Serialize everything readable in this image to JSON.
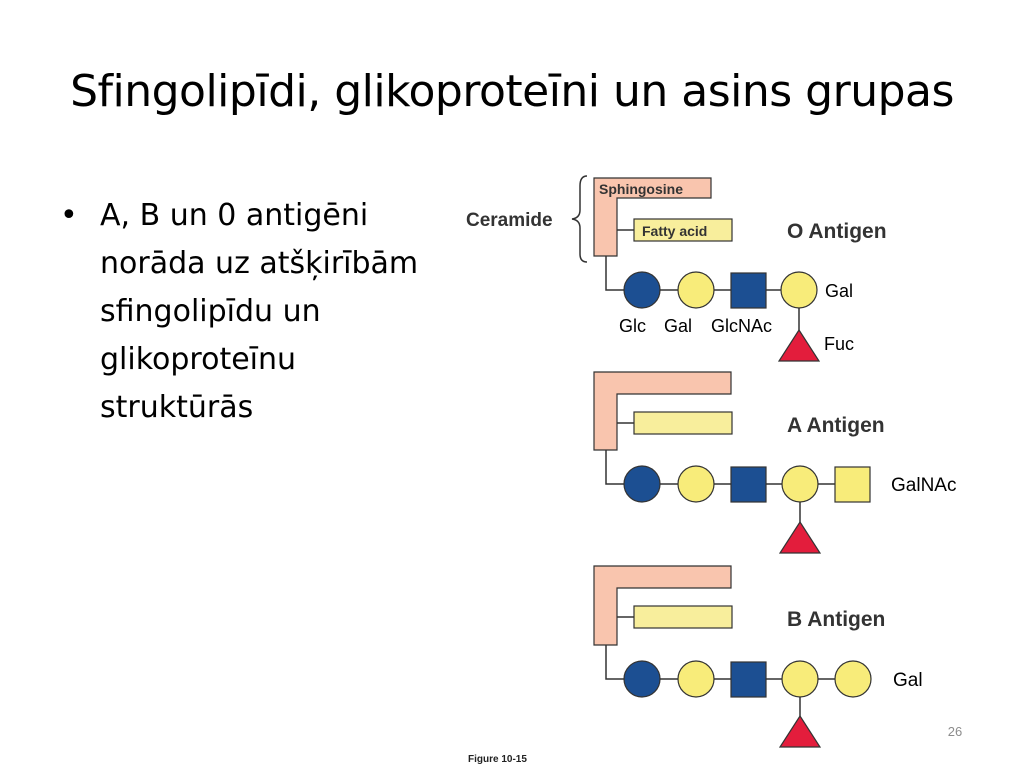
{
  "slide": {
    "title": "Sfingolipīdi, glikoproteīni un asins grupas",
    "bullets": [
      "A, B un 0 antigēni\nnorāda uz atšķirībām\nsfingolipīdu un\nglikoproteīnu\nstruktūrās"
    ],
    "slide_number": "26",
    "figure_caption": "Figure 10-15"
  },
  "diagram": {
    "ceramide_label": "Ceramide",
    "sphingosine_label": "Sphingosine",
    "fatty_acid_label": "Fatty acid",
    "colors": {
      "ceramide": "#f9c5ae",
      "lipid_chain": "#f8ee9c",
      "glc": "#1c4f92",
      "gal": "#f8ec7a",
      "glcnac": "#1c4f92",
      "galnac": "#f8ec7a",
      "fuc": "#e31d3c"
    },
    "o_antigen": {
      "title": "O Antigen",
      "sugar_labels": [
        "Glc",
        "Gal",
        "GlcNAc"
      ],
      "gal_label": "Gal",
      "fuc_label": "Fuc"
    },
    "a_antigen": {
      "title": "A Antigen",
      "terminal_label": "GalNAc"
    },
    "b_antigen": {
      "title": "B Antigen",
      "terminal_label": "Gal"
    }
  }
}
